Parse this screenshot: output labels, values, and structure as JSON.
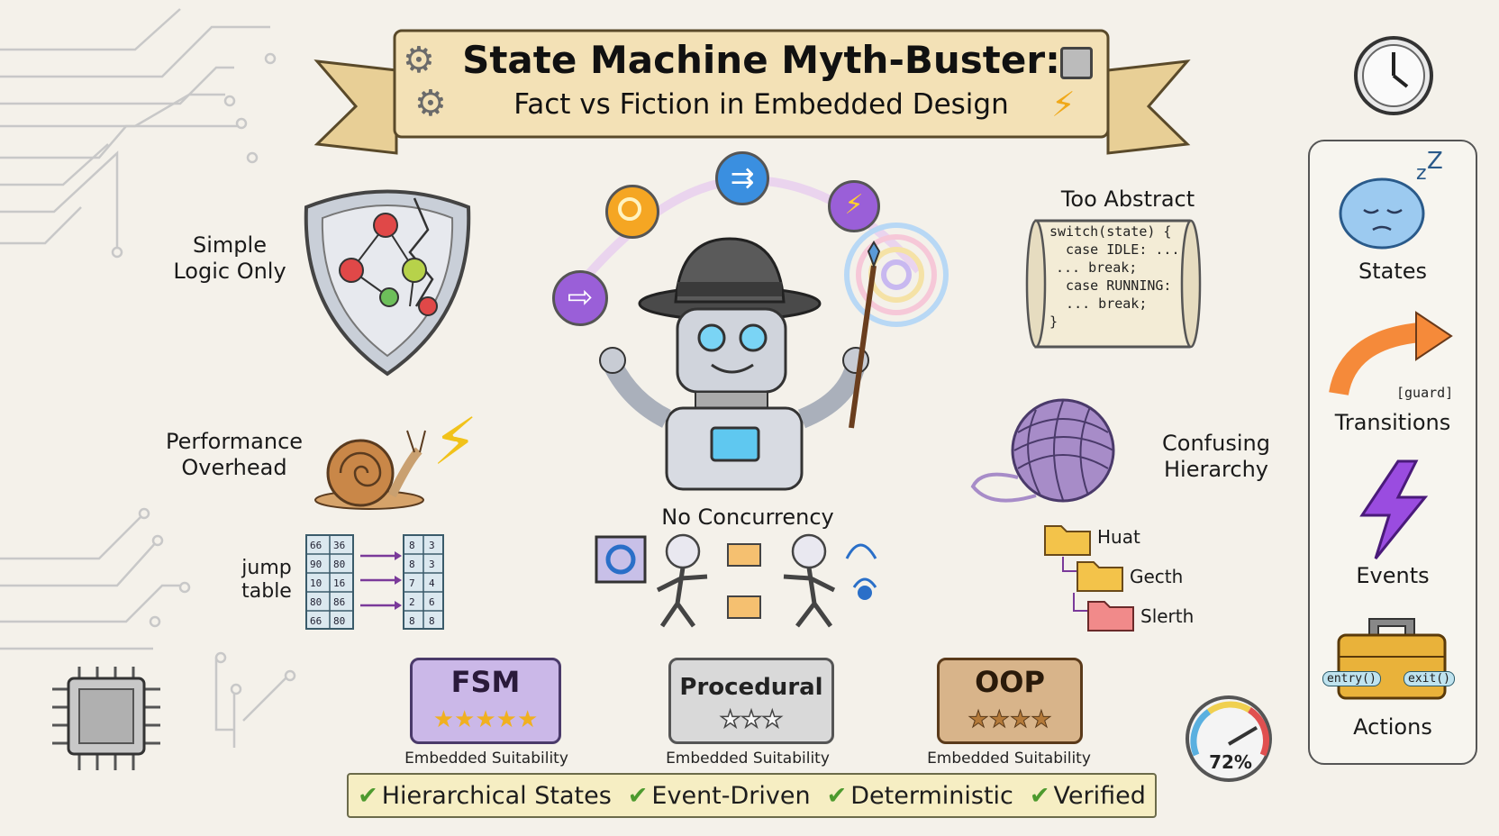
{
  "title": {
    "line1": "State Machine Myth-Buster:",
    "line2": "Fact vs Fiction in Embedded Design"
  },
  "myths": {
    "simple_logic": "Simple\nLogic Only",
    "performance": "Performance\nOverhead",
    "jump_table": "jump\ntable",
    "no_concurrency": "No Concurrency",
    "too_abstract": "Too Abstract",
    "confusing_hierarchy": "Confusing\nHierarchy"
  },
  "code_scroll": {
    "lines": [
      "switch(state) {",
      "  case IDLE: ...",
      "... break;",
      "  case RUNNING:",
      "  ... break;",
      "}"
    ]
  },
  "jump_table_cells": {
    "left": [
      [
        "66",
        "36"
      ],
      [
        "90",
        "80"
      ],
      [
        "10",
        "16"
      ],
      [
        "80",
        "86"
      ],
      [
        "66",
        "80"
      ]
    ],
    "right": [
      [
        "8",
        "3"
      ],
      [
        "8",
        "3"
      ],
      [
        "7",
        "4"
      ],
      [
        "2",
        "6"
      ],
      [
        "8",
        "8"
      ]
    ]
  },
  "folders": [
    "Huat",
    "Gecth",
    "Slerth"
  ],
  "sidebar": {
    "items": [
      {
        "label": "States",
        "icon": "sleeping-bubble-icon"
      },
      {
        "label": "Transitions",
        "icon": "curved-arrow-icon",
        "tag": "[guard]"
      },
      {
        "label": "Events",
        "icon": "lightning-icon"
      },
      {
        "label": "Actions",
        "icon": "toolbox-icon",
        "tags": [
          "entry()",
          "exit()"
        ]
      }
    ]
  },
  "badges": [
    {
      "name": "FSM",
      "stars": 5,
      "caption": "Embedded Suitability",
      "color": "#cbb8e8"
    },
    {
      "name": "Procedural",
      "stars": 3,
      "caption": "Embedded Suitability",
      "color": "#d9d9d9"
    },
    {
      "name": "OOP",
      "stars": 4,
      "caption": "Embedded Suitability",
      "color": "#d8b48a"
    }
  ],
  "gauge": {
    "value": "72%",
    "fraction": 0.72
  },
  "bottom_bar": {
    "items": [
      "Hierarchical States",
      "Event-Driven",
      "Deterministic",
      "Verified"
    ]
  },
  "colors": {
    "banner": "#f3e1b6",
    "check": "#4d9a2e",
    "orange_orb": "#f5a623",
    "blue_orb": "#3a8fe0",
    "purple_orb": "#9a5fd8"
  }
}
